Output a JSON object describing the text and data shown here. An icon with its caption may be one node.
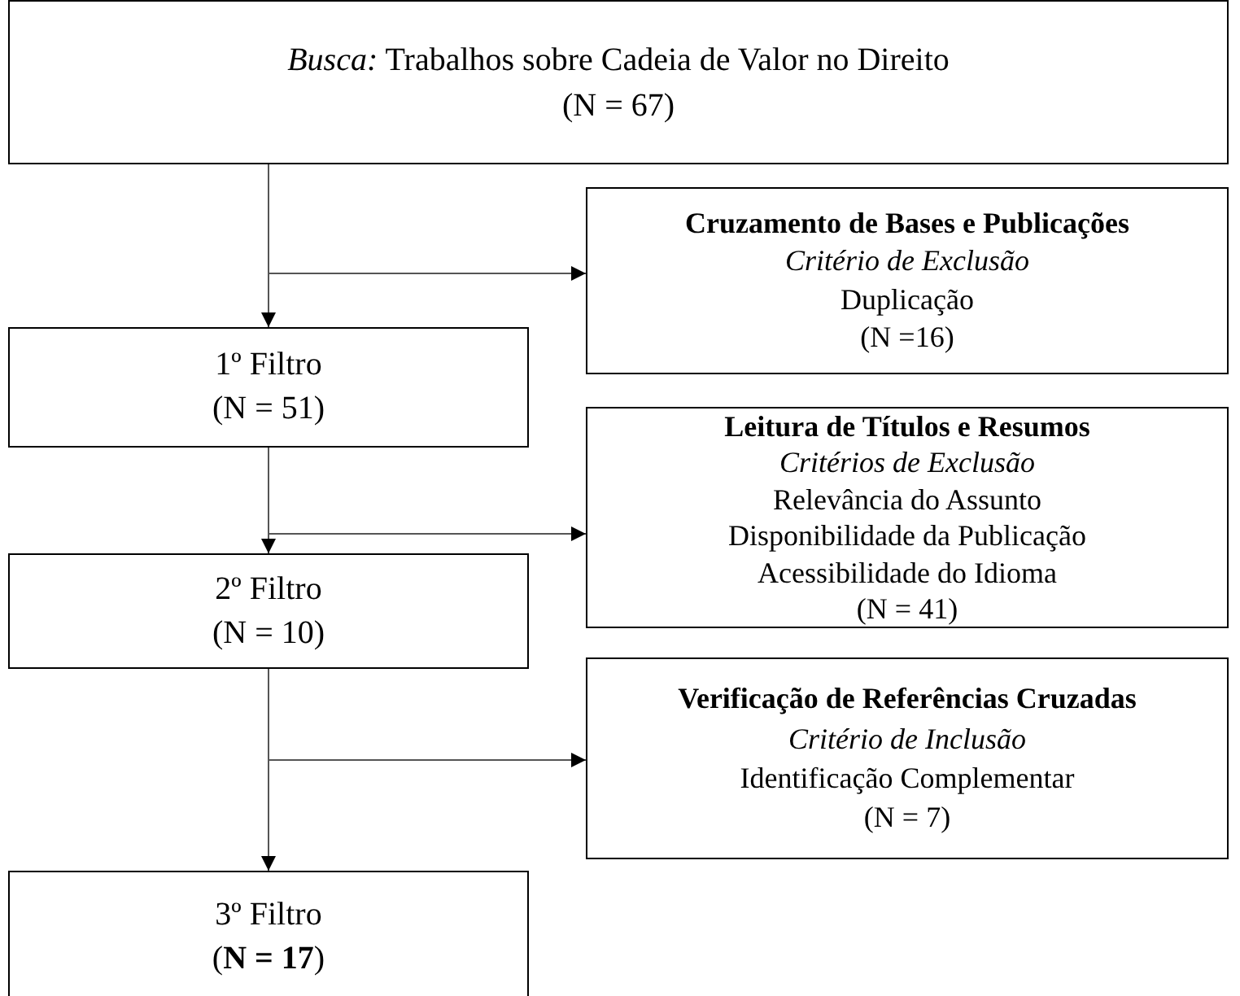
{
  "diagram": {
    "nodes": [
      {
        "text": [
          "*Busca:* Trabalhos sobre Cadeia de Valor no Direito",
          "(N = 67)"
        ]
      },
      {
        "text": [
          "Cruzamento de Bases e Publicações",
          "Critério de Exclusão",
          "Duplicação",
          "(N =16)"
        ]
      },
      {
        "text": [
          "1º Filtro",
          "(N = 51)"
        ]
      },
      {
        "text": [
          "Leitura de Títulos e Resumos",
          "Critérios de Exclusão",
          "Relevância do Assunto",
          "Disponibilidade da Publicação",
          "Acessibilidade do Idioma",
          "(N = 41)"
        ]
      },
      {
        "text": [
          "2º Filtro",
          "(N = 10)"
        ]
      },
      {
        "text": [
          "Verificação de Referências Cruzadas",
          "Critério de Inclusão",
          "Identificação Complementar",
          "(N = 7)"
        ]
      },
      {
        "text": [
          "3º Filtro",
          "(**N = 17**)"
        ]
      }
    ],
    "edges": [
      {
        "from": 0,
        "to": 2,
        "arrow": "to"
      },
      {
        "from": 0,
        "to": 1,
        "arrow": "to"
      },
      {
        "from": 2,
        "to": 4,
        "arrow": "to"
      },
      {
        "from": 2,
        "to": 3,
        "arrow": "to"
      },
      {
        "from": 4,
        "to": 6,
        "arrow": "to"
      },
      {
        "from": 4,
        "to": 5,
        "arrow": "to"
      }
    ]
  }
}
